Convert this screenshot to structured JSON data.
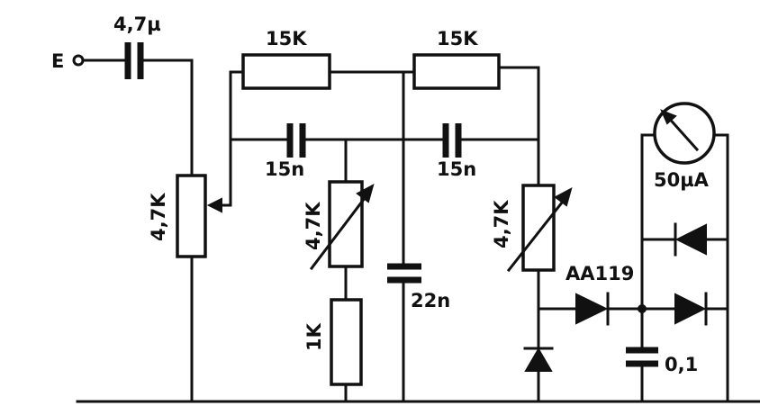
{
  "schematic": {
    "input_label": "E",
    "input_cap": "4,7µ",
    "r_top_left": "15K",
    "r_top_right": "15K",
    "c_mid_left": "15n",
    "c_mid_right": "15n",
    "pot_left": "4,7K",
    "pot_mid": "4,7K",
    "pot_right": "4,7K",
    "r_bottom": "1K",
    "c_center": "22n",
    "meter": "50µA",
    "diode_type": "AA119",
    "c_out": "0,1"
  },
  "colors": {
    "ink": "#111111",
    "paper": "#ffffff"
  }
}
